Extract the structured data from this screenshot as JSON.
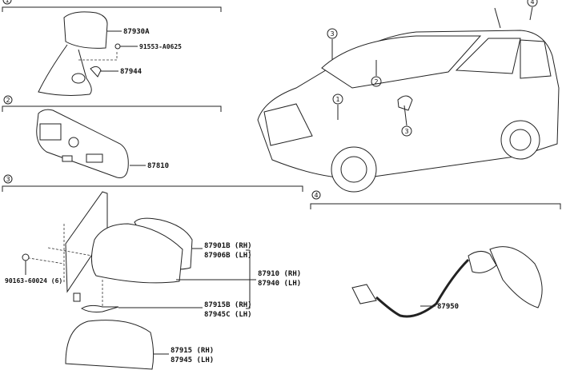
{
  "sections": [
    {
      "number": "1",
      "parts": [
        "87930A",
        "91553-A0625",
        "87944"
      ]
    },
    {
      "number": "2",
      "parts": [
        "87810"
      ]
    },
    {
      "number": "3",
      "parts": [
        "87901B (RH)",
        "87906B (LH)",
        "87910 (RH)",
        "87940 (LH)",
        "87915B (RH)",
        "87945C (LH)",
        "90163-60024 (6)",
        "87915 (RH)",
        "87945 (LH)"
      ]
    },
    {
      "number": "4",
      "parts": [
        "87950"
      ]
    }
  ],
  "car_callouts": [
    "3",
    "2",
    "1",
    "3",
    "4"
  ]
}
